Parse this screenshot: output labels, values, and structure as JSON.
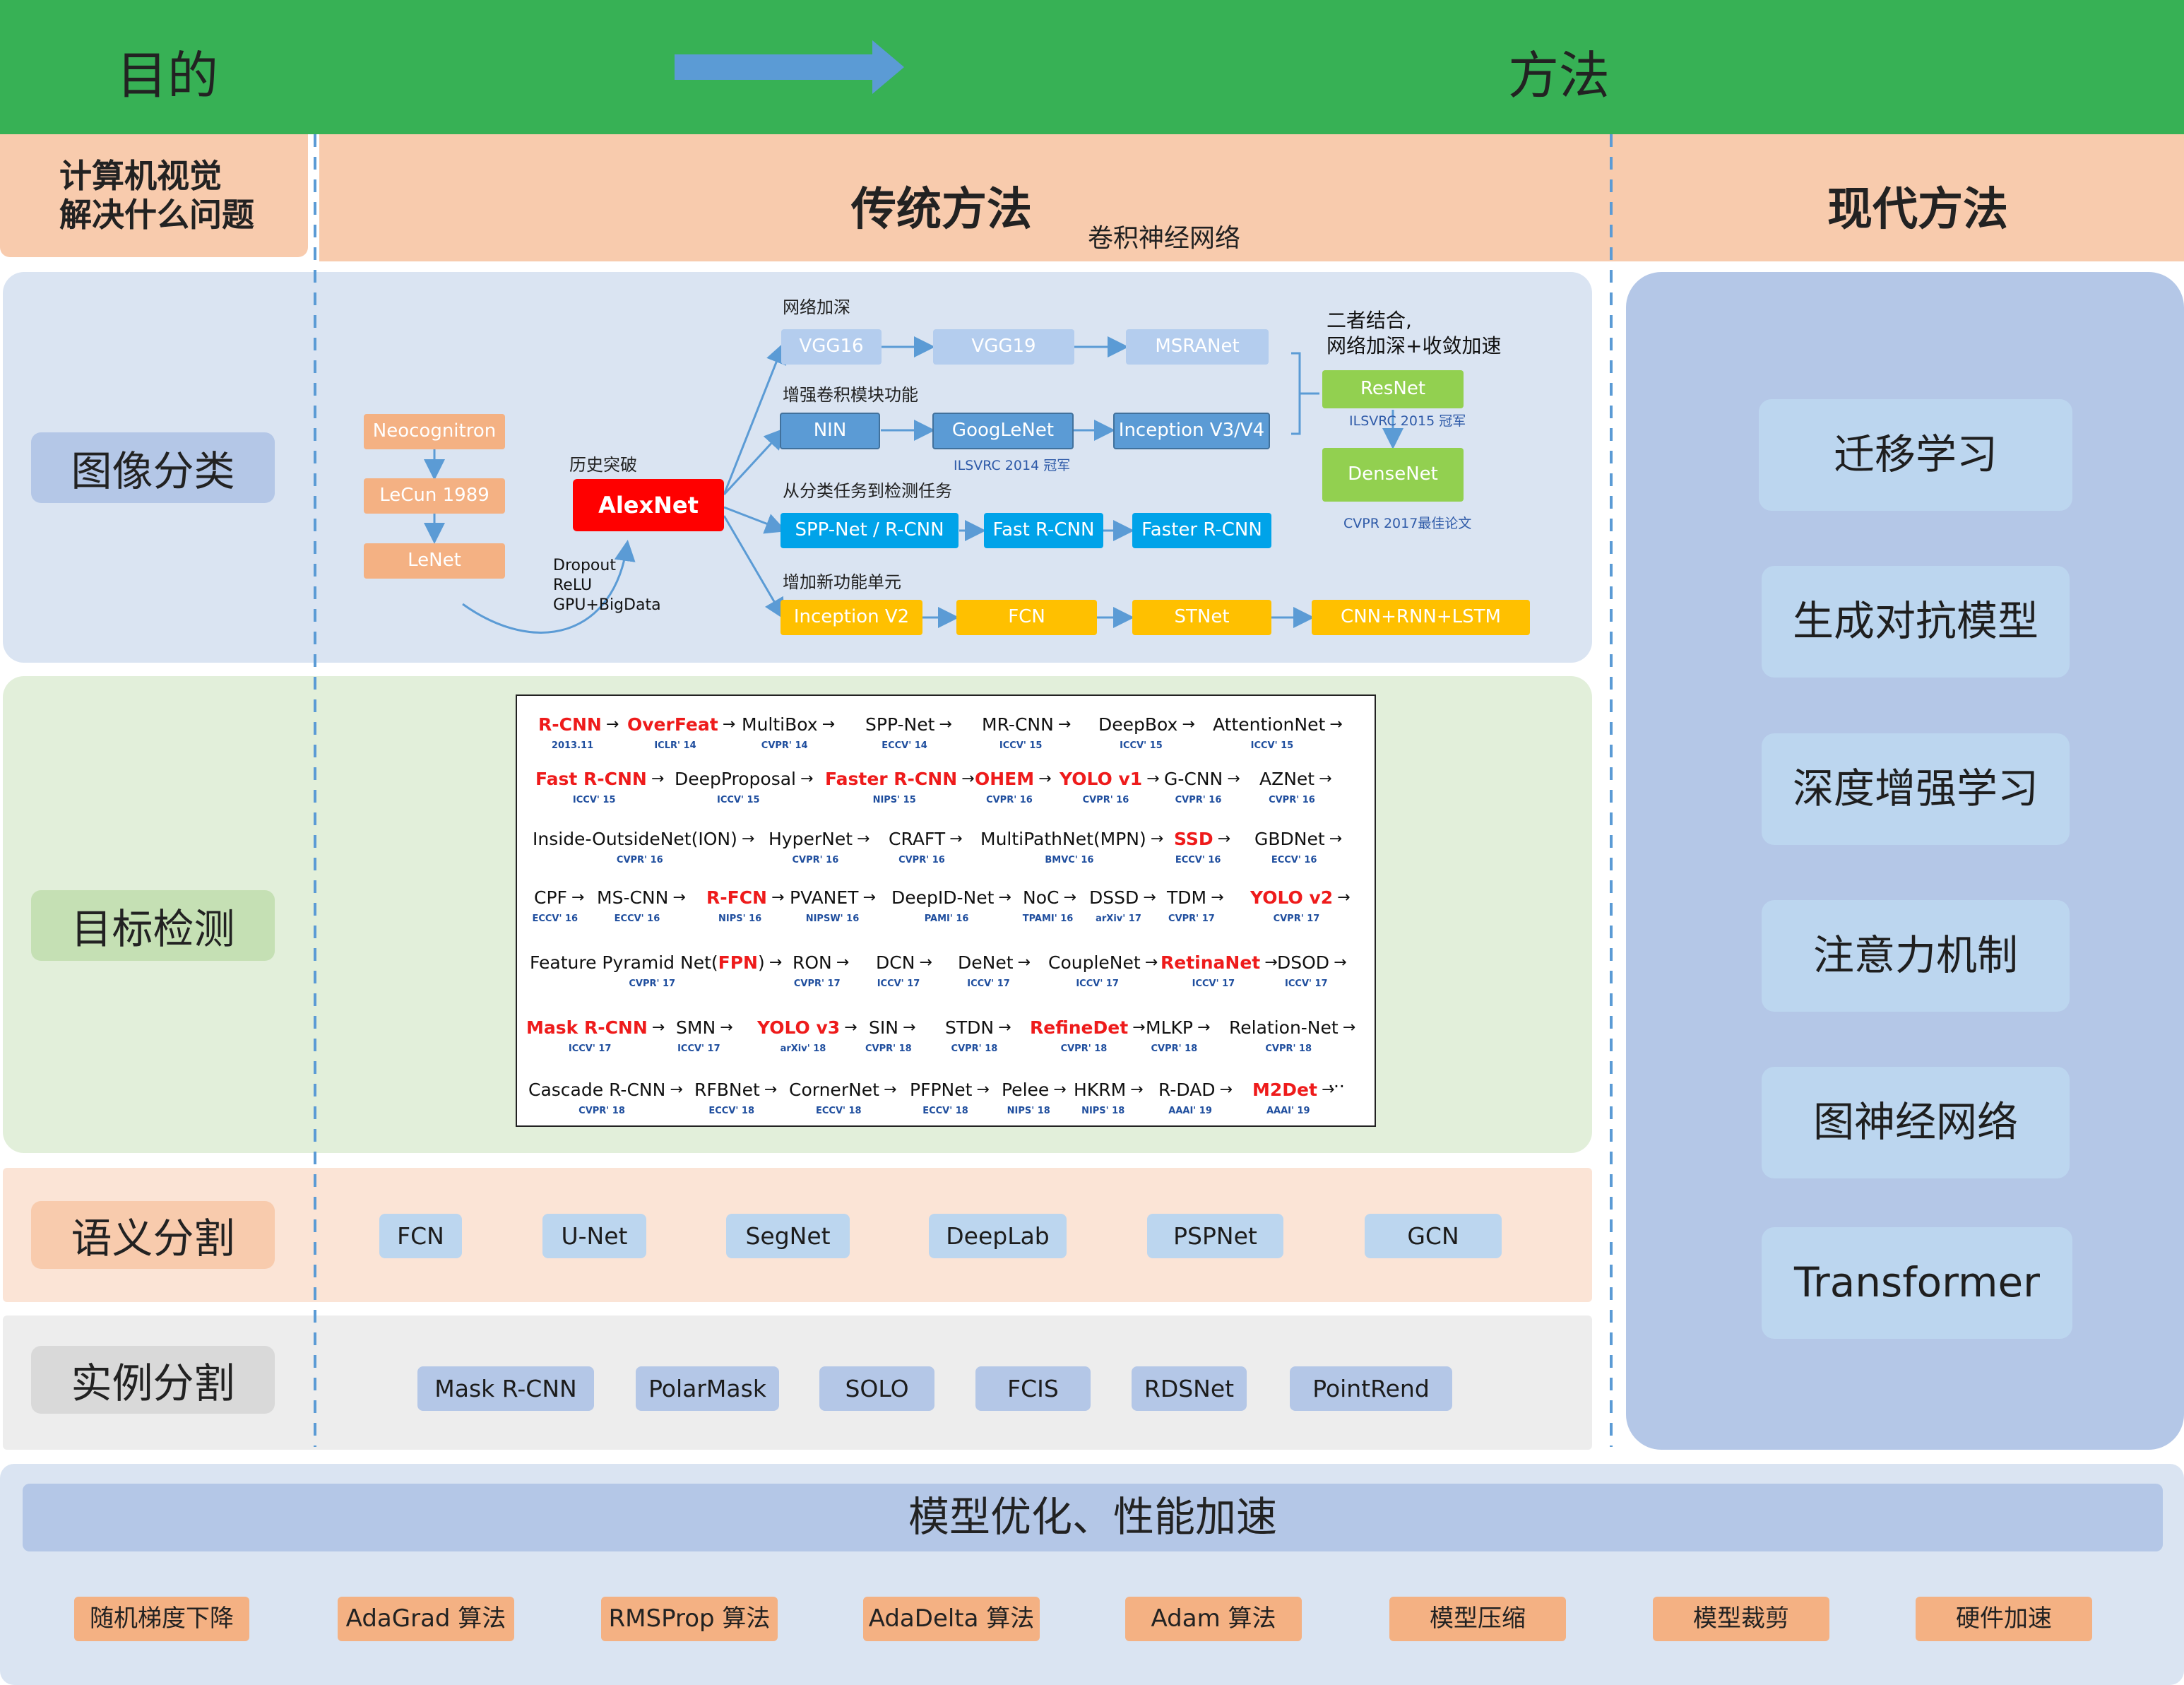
{
  "header": {
    "left": "目的",
    "right": "方法",
    "bg": "#37b155",
    "arrow_color": "#5b9bd5"
  },
  "row2": {
    "question": [
      "计算机视觉",
      "解决什么问题"
    ],
    "traditional": "传统方法",
    "traditional_sub": "卷积神经网络",
    "modern": "现代方法"
  },
  "categories": {
    "classification": "图像分类",
    "detection": "目标检测",
    "semantic": "语义分割",
    "instance": "实例分割"
  },
  "classification": {
    "history_nodes": [
      "Neocognitron",
      "LeCun 1989",
      "LeNet"
    ],
    "alexnet": "AlexNet",
    "alexnet_note": "历史突破",
    "alexnet_tricks": [
      "Dropout",
      "ReLU",
      "GPU+BigData"
    ],
    "branch_titles": [
      "网络加深",
      "增强卷积模块功能",
      "从分类任务到检测任务",
      "增加新功能单元"
    ],
    "row_deepen": [
      "VGG16",
      "VGG19",
      "MSRANet"
    ],
    "row_conv": [
      "NIN",
      "GoogLeNet",
      "Inception V3/V4"
    ],
    "googlenet_note": "ILSVRC 2014 冠军",
    "row_detect": [
      "SPP-Net / R-CNN",
      "Fast R-CNN",
      "Faster R-CNN"
    ],
    "row_new": [
      "Inception V2",
      "FCN",
      "STNet",
      "CNN+RNN+LSTM"
    ],
    "combine_note": [
      "二者结合,",
      "网络加深+收敛加速"
    ],
    "resnet": "ResNet",
    "resnet_note": "ILSVRC 2015 冠军",
    "densenet": "DenseNet",
    "densenet_note": "CVPR 2017最佳论文"
  },
  "detection_rows": [
    [
      {
        "t": "R-CNN",
        "r": true,
        "s": "2013.11"
      },
      {
        "t": "OverFeat",
        "r": true,
        "s": "ICLR' 14"
      },
      {
        "t": "MultiBox",
        "s": "CVPR' 14"
      },
      {
        "t": "SPP-Net",
        "s": "ECCV' 14"
      },
      {
        "t": "MR-CNN",
        "s": "ICCV' 15"
      },
      {
        "t": "DeepBox",
        "s": "ICCV' 15"
      },
      {
        "t": "AttentionNet",
        "s": "ICCV' 15"
      }
    ],
    [
      {
        "t": "Fast R-CNN",
        "r": true,
        "s": "ICCV' 15"
      },
      {
        "t": "DeepProposal",
        "s": "ICCV' 15"
      },
      {
        "t": "Faster R-CNN",
        "r": true,
        "s": "NIPS' 15"
      },
      {
        "t": "OHEM",
        "r": true,
        "s": "CVPR' 16"
      },
      {
        "t": "YOLO v1",
        "r": true,
        "s": "CVPR' 16"
      },
      {
        "t": "G-CNN",
        "s": "CVPR' 16"
      },
      {
        "t": "AZNet",
        "s": "CVPR' 16"
      }
    ],
    [
      {
        "t": "Inside-OutsideNet(ION)",
        "s": "CVPR' 16"
      },
      {
        "t": "HyperNet",
        "s": "CVPR' 16"
      },
      {
        "t": "CRAFT",
        "s": "CVPR' 16"
      },
      {
        "t": "MultiPathNet(MPN)",
        "s": "BMVC' 16"
      },
      {
        "t": "SSD",
        "r": true,
        "s": "ECCV' 16"
      },
      {
        "t": "GBDNet",
        "s": "ECCV' 16"
      }
    ],
    [
      {
        "t": "CPF",
        "s": "ECCV' 16"
      },
      {
        "t": "MS-CNN",
        "s": "ECCV' 16"
      },
      {
        "t": "R-FCN",
        "r": true,
        "s": "NIPS' 16"
      },
      {
        "t": "PVANET",
        "s": "NIPSW' 16"
      },
      {
        "t": "DeepID-Net",
        "s": "PAMI' 16"
      },
      {
        "t": "NoC",
        "s": "TPAMI' 16"
      },
      {
        "t": "DSSD",
        "s": "arXiv' 17"
      },
      {
        "t": "TDM",
        "s": "CVPR' 17"
      },
      {
        "t": "YOLO v2",
        "r": true,
        "s": "CVPR' 17"
      }
    ],
    [
      {
        "t": "Feature Pyramid Net(",
        "t2": "FPN",
        ")": ")",
        "s": "CVPR' 17"
      },
      {
        "t": "RON",
        "s": "CVPR' 17"
      },
      {
        "t": "DCN",
        "s": "ICCV' 17"
      },
      {
        "t": "DeNet",
        "s": "ICCV' 17"
      },
      {
        "t": "CoupleNet",
        "s": "ICCV' 17"
      },
      {
        "t": "RetinaNet",
        "r": true,
        "s": "ICCV' 17"
      },
      {
        "t": "DSOD",
        "s": "ICCV' 17"
      }
    ],
    [
      {
        "t": "Mask R-CNN",
        "r": true,
        "s": "ICCV' 17"
      },
      {
        "t": "SMN",
        "s": "ICCV' 17"
      },
      {
        "t": "YOLO v3",
        "r": true,
        "s": "arXiv' 18"
      },
      {
        "t": "SIN",
        "s": "CVPR' 18"
      },
      {
        "t": "STDN",
        "s": "CVPR' 18"
      },
      {
        "t": "RefineDet",
        "r": true,
        "s": "CVPR' 18"
      },
      {
        "t": "MLKP",
        "s": "CVPR' 18"
      },
      {
        "t": "Relation-Net",
        "s": "CVPR' 18"
      }
    ],
    [
      {
        "t": "Cascade R-CNN",
        "s": "CVPR' 18"
      },
      {
        "t": "RFBNet",
        "s": "ECCV' 18"
      },
      {
        "t": "CornerNet",
        "s": "ECCV' 18"
      },
      {
        "t": "PFPNet",
        "s": "ECCV' 18"
      },
      {
        "t": "Pelee",
        "s": "NIPS' 18"
      },
      {
        "t": "HKRM",
        "s": "NIPS' 18"
      },
      {
        "t": "R-DAD",
        "s": "AAAI' 19"
      },
      {
        "t": "M2Det",
        "r": true,
        "s": "AAAI' 19"
      }
    ]
  ],
  "detection_ellipsis": "···",
  "semantic": [
    "FCN",
    "U-Net",
    "SegNet",
    "DeepLab",
    "PSPNet",
    "GCN"
  ],
  "instance": [
    "Mask R-CNN",
    "PolarMask",
    "SOLO",
    "FCIS",
    "RDSNet",
    "PointRend"
  ],
  "modern": [
    "迁移学习",
    "生成对抗模型",
    "深度增强学习",
    "注意力机制",
    "图神经网络",
    "Transformer"
  ],
  "optimization": {
    "title": "模型优化、性能加速",
    "items": [
      "随机梯度下降",
      "AdaGrad 算法",
      "RMSProp 算法",
      "AdaDelta 算法",
      "Adam 算法",
      "模型压缩",
      "模型裁剪",
      "硬件加速"
    ]
  }
}
